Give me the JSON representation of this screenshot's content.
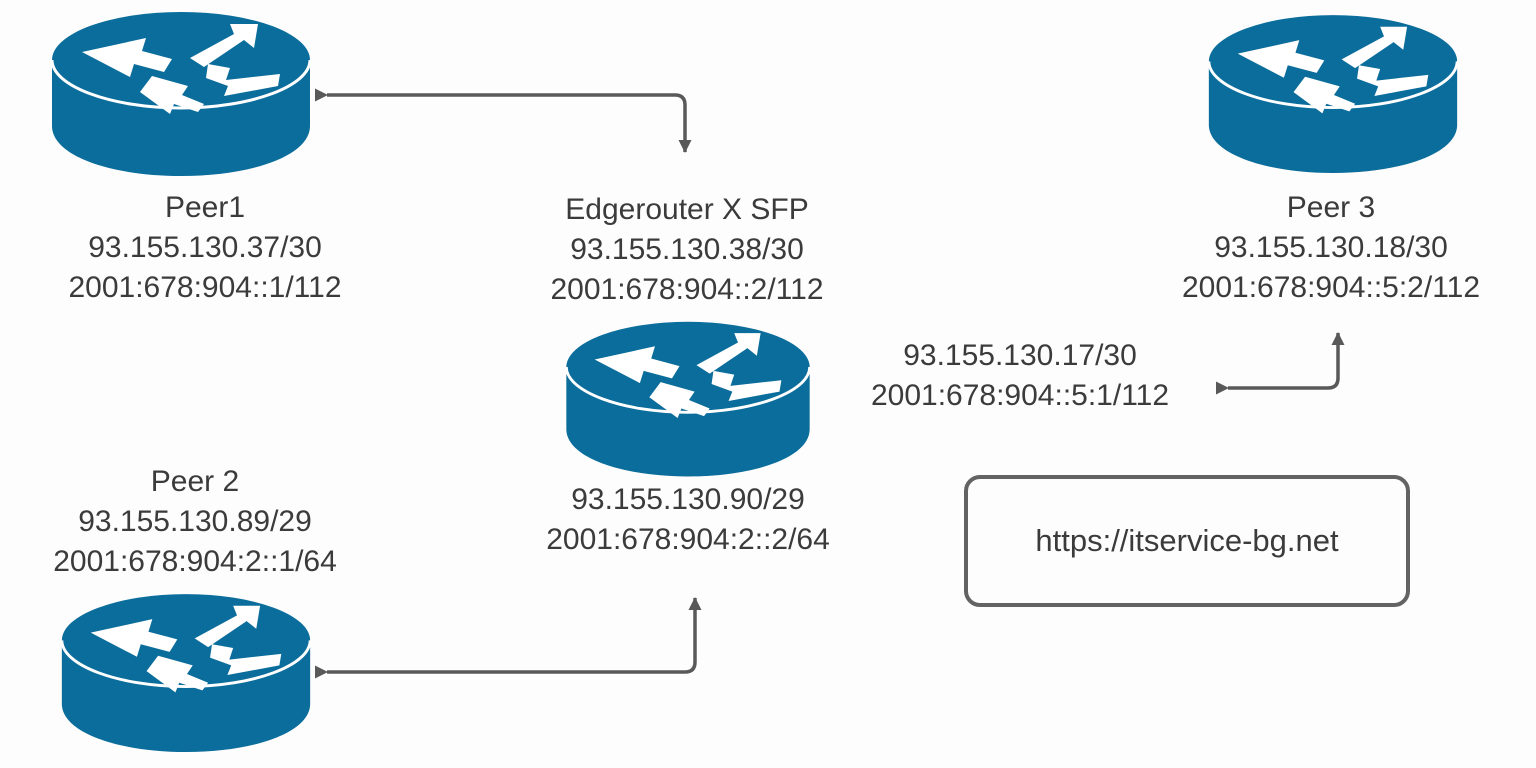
{
  "diagram": {
    "background_color": "#fdfdfd",
    "router_color": "#0b6d9b",
    "connector_color": "#595959",
    "text_color": "#3b3b3b",
    "box_border_color": "#636363"
  },
  "nodes": {
    "peer1": {
      "name": "Peer1",
      "ipv4": "93.155.130.37/30",
      "ipv6": "2001:678:904::1/112",
      "icon": "router-icon"
    },
    "edgerouter": {
      "name": "Edgerouter X SFP",
      "ipv4": "93.155.130.38/30",
      "ipv6": "2001:678:904::2/112",
      "icon": "router-icon"
    },
    "peer3": {
      "name": "Peer 3",
      "ipv4": "93.155.130.18/30",
      "ipv6": "2001:678:904::5:2/112",
      "icon": "router-icon"
    },
    "peer2": {
      "name": "Peer 2",
      "ipv4": "93.155.130.89/29",
      "ipv6": "2001:678:904:2::1/64",
      "icon": "router-icon"
    }
  },
  "link_labels": {
    "edgerouter_to_peer3": {
      "ipv4": "93.155.130.17/30",
      "ipv6": "2001:678:904::5:1/112"
    },
    "edgerouter_to_peer2": {
      "ipv4": "93.155.130.90/29",
      "ipv6": "2001:678:904:2::2/64"
    }
  },
  "url_box": {
    "url": "https://itservice-bg.net"
  }
}
